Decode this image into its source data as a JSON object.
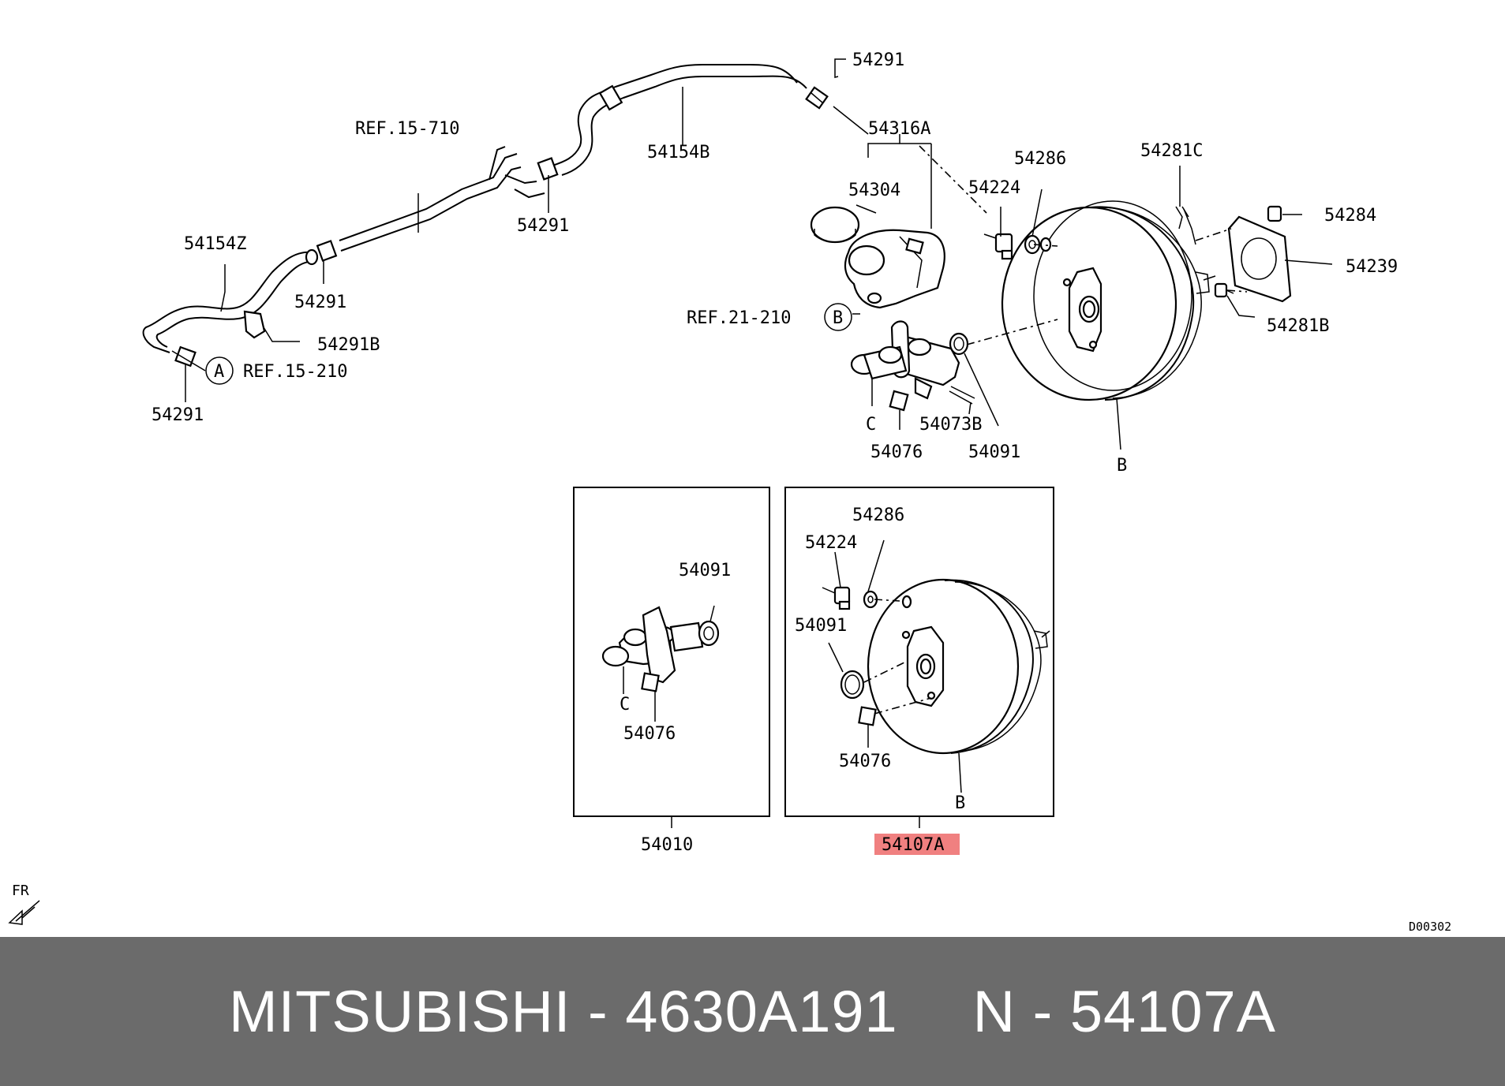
{
  "labels": {
    "l54291_top": "54291",
    "l54316A": "54316A",
    "l54154B": "54154B",
    "ref15710": "REF.15-710",
    "l54291_mid": "54291",
    "l54154Z": "54154Z",
    "l54291_left": "54291",
    "l54291B": "54291B",
    "circleA": "A",
    "ref15210": "REF.15-210",
    "l54291_bottom": "54291",
    "l54304": "54304",
    "l54224": "54224",
    "l54286": "54286",
    "l54281C": "54281C",
    "l54284": "54284",
    "l54239": "54239",
    "l54281B": "54281B",
    "ref21210": "REF.21-210",
    "circleB": "B",
    "lC": "C",
    "l54073B": "54073B",
    "l54076": "54076",
    "l54091": "54091",
    "lB": "B",
    "box1_54091": "54091",
    "box1_C": "C",
    "box1_54076": "54076",
    "box1_assembly": "54010",
    "box2_54286": "54286",
    "box2_54224": "54224",
    "box2_54091": "54091",
    "box2_54076": "54076",
    "box2_B": "B",
    "box2_assembly": "54107A",
    "fr": "FR",
    "code": "D00302"
  },
  "highlight_color": "#f08080",
  "footer": {
    "brand_part": "MITSUBISHI - 4630A191",
    "ref": "N - 54107A",
    "background": "#6b6b6b"
  }
}
